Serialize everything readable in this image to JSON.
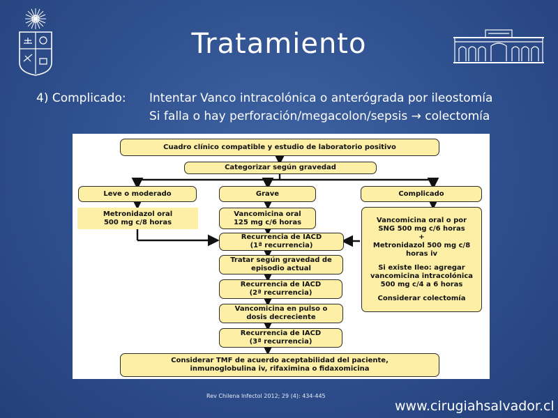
{
  "slide": {
    "title": "Tratamiento",
    "complicado_label": "4) Complicado:",
    "line1": "Intentar Vanco intracolónica o anterógrada por ileostomía",
    "line2": "Si falla o hay perforación/megacolon/sepsis → colectomía",
    "citation": "Rev Chilena Infectol 2012; 29 (4): 434-445",
    "website": "www.cirugiahsalvador.cl"
  },
  "flow": {
    "top": "Cuadro clínico compatible y estudio de laboratorio positivo",
    "categorize": "Categorizar según gravedad",
    "leve": "Leve o moderado",
    "grave": "Grave",
    "complicado": "Complicado",
    "metro": [
      "Metronidazol oral",
      "500 mg c/8 horas"
    ],
    "vanco": [
      "Vancomicina oral",
      "125 mg c/6 horas"
    ],
    "rec1": [
      "Recurrencia de IACD",
      "(1ª recurrencia)"
    ],
    "tratar": [
      "Tratar según gravedad de",
      "episodio actual"
    ],
    "rec2": [
      "Recurrencia de IACD",
      "(2ª recurrencia)"
    ],
    "pulso": [
      "Vancomicina en pulso o",
      "dosis decreciente"
    ],
    "rec3": [
      "Recurrencia de IACD",
      "(3ª recurrencia)"
    ],
    "tmf": [
      "Considerar TMF de acuerdo aceptabilidad del paciente,",
      "inmunoglobulina iv, rifaximina o fidaxomicina"
    ],
    "compl_box": [
      "Vancomicina oral o por",
      "SNG 500 mg c/6 horas",
      "+",
      "Metronidazol 500 mg c/8",
      "horas iv",
      "",
      "Si existe Ileo: agregar",
      "vancomicina intracolónica",
      "500 mg c/4 a 6 horas",
      "",
      "Considerar colectomía"
    ]
  }
}
